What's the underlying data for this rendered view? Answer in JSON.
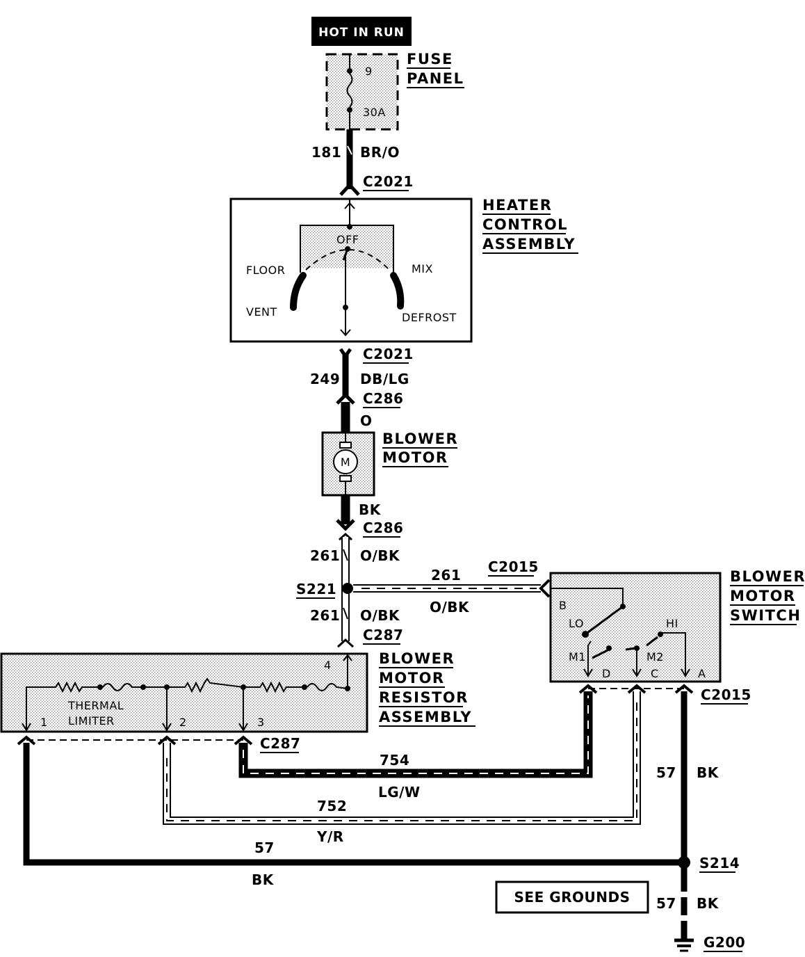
{
  "power": {
    "label": "HOT IN RUN"
  },
  "fuse_panel": {
    "title_line1": "FUSE",
    "title_line2": "PANEL",
    "fuse_number": "9",
    "fuse_rating": "30A"
  },
  "heater_control": {
    "title_line1": "HEATER",
    "title_line2": "CONTROL",
    "title_line3": "ASSEMBLY",
    "positions": {
      "off": "OFF",
      "floor": "FLOOR",
      "vent": "VENT",
      "mix": "MIX",
      "defrost": "DEFROST"
    }
  },
  "blower_motor": {
    "title_line1": "BLOWER",
    "title_line2": "MOTOR",
    "symbol": "M"
  },
  "resistor": {
    "title_line1": "BLOWER",
    "title_line2": "MOTOR",
    "title_line3": "RESISTOR",
    "title_line4": "ASSEMBLY",
    "thermal_line1": "THERMAL",
    "thermal_line2": "LIMITER",
    "pins": {
      "p1": "1",
      "p2": "2",
      "p3": "3",
      "p4": "4"
    }
  },
  "blower_switch": {
    "title_line1": "BLOWER",
    "title_line2": "MOTOR",
    "title_line3": "SWITCH",
    "terminals": {
      "b": "B",
      "lo": "LO",
      "hi": "HI",
      "m1": "M1",
      "m2": "M2",
      "d": "D",
      "c": "C",
      "a": "A"
    }
  },
  "connectors": {
    "c2021_top": "C2021",
    "c2021_bottom": "C2021",
    "c286_top": "C286",
    "c286_bottom": "C286",
    "c287_top": "C287",
    "c287_bottom": "C287",
    "c2015_left": "C2015",
    "c2015_right": "C2015"
  },
  "splices": {
    "s221": "S221",
    "s214": "S214"
  },
  "ground": {
    "g200": "G200",
    "see_grounds": "SEE GROUNDS"
  },
  "wires": {
    "w181": {
      "circuit": "181",
      "color": "BR/O"
    },
    "w249": {
      "circuit": "249",
      "color": "DB/LG"
    },
    "w_motor_in": {
      "color": "O"
    },
    "w_motor_out": {
      "color": "BK"
    },
    "w261_a": {
      "circuit": "261",
      "color": "O/BK"
    },
    "w261_b": {
      "circuit": "261",
      "color": "O/BK"
    },
    "w261_c": {
      "circuit": "261",
      "color": "O/BK"
    },
    "w754": {
      "circuit": "754",
      "color": "LG/W"
    },
    "w752": {
      "circuit": "752",
      "color": "Y/R"
    },
    "w57_left": {
      "circuit": "57",
      "color": "BK"
    },
    "w57_right": {
      "circuit": "57",
      "color": "BK"
    },
    "w57_ground": {
      "circuit": "57",
      "color": "BK"
    }
  }
}
